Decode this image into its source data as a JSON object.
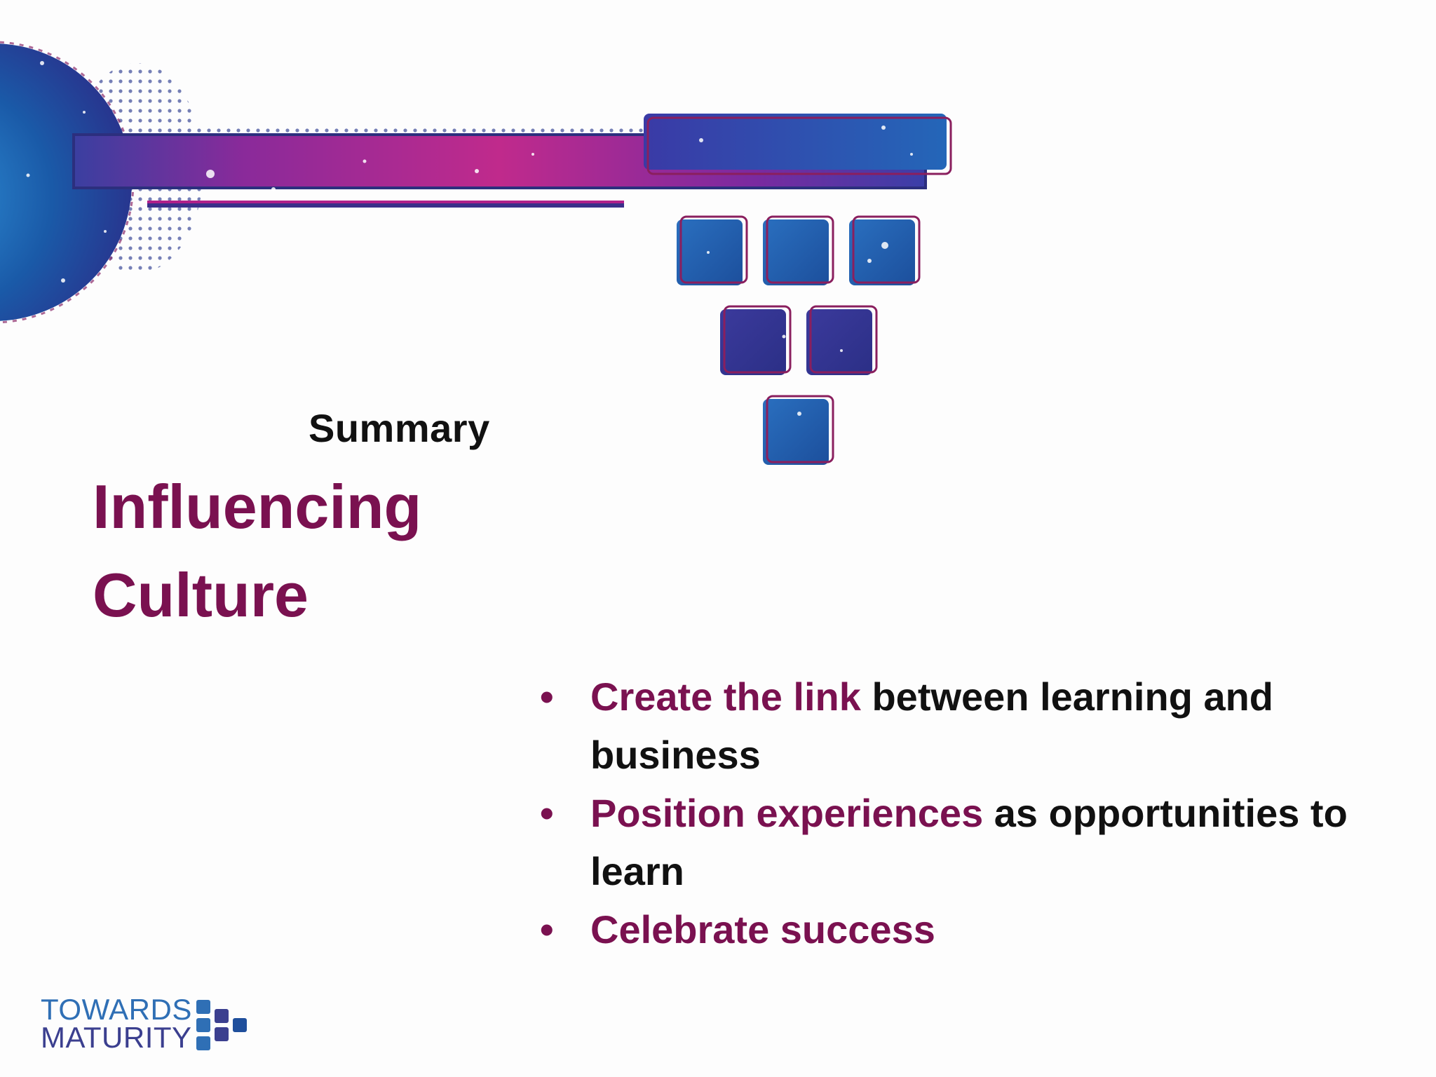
{
  "slide": {
    "section_label": "Summary",
    "title_line1": "Influencing",
    "title_line2": "Culture",
    "bullets": [
      {
        "highlight": "Create the link",
        "text": " between learning and business"
      },
      {
        "highlight": "Position experiences",
        "text": " as opportunities to learn"
      },
      {
        "highlight": "Celebrate success",
        "text": ""
      }
    ],
    "bullet_glyph": "•"
  },
  "logo": {
    "line1": "TOWARDS",
    "line2": "MATURITY"
  },
  "colors": {
    "accent_magenta": "#7a1150",
    "text_dark": "#111111",
    "graphic_blue": "#1f5fa8",
    "graphic_purple": "#3b2f8f",
    "graphic_pink": "#b0208a"
  },
  "graphic": {
    "icon": "key-blocks-graphic"
  }
}
